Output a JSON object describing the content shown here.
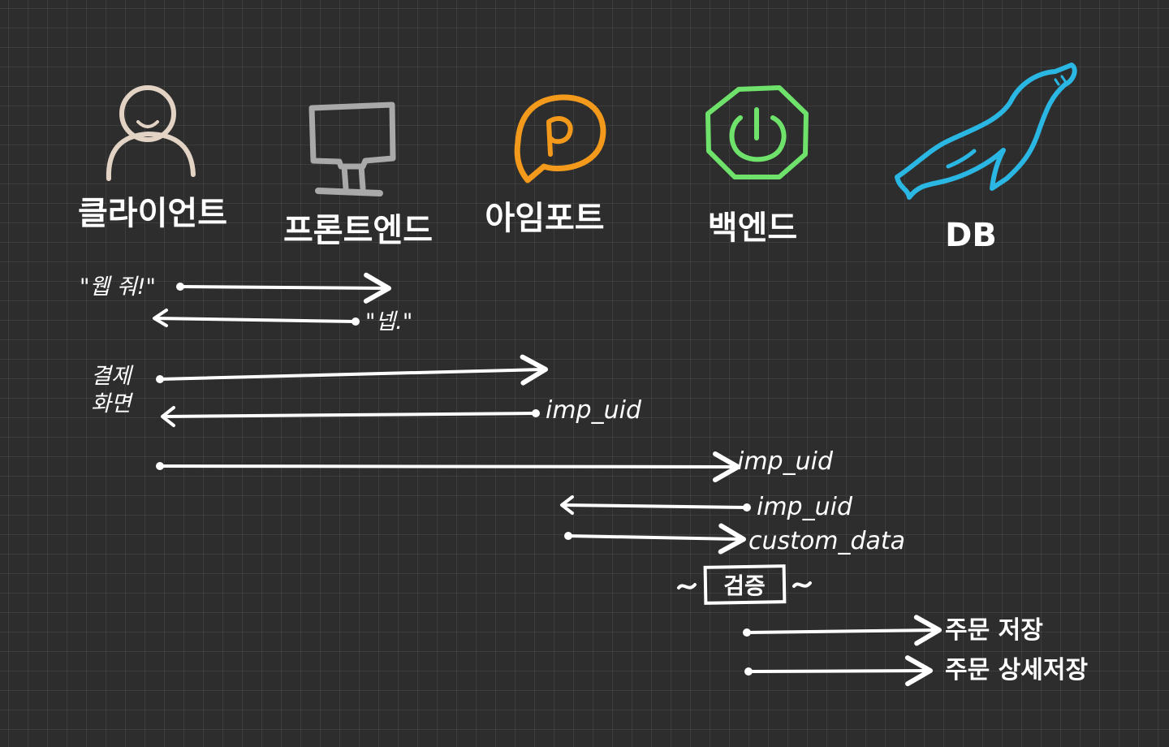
{
  "actors": [
    {
      "id": "client",
      "label": "클라이언트",
      "icon": "person-icon",
      "color": "#e3d3c4"
    },
    {
      "id": "frontend",
      "label": "프론트엔드",
      "icon": "monitor-icon",
      "color": "#a9a9a9"
    },
    {
      "id": "iamport",
      "label": "아임포트",
      "icon": "iamport-logo-icon",
      "color": "#f39a1c"
    },
    {
      "id": "backend",
      "label": "백엔드",
      "icon": "spring-power-icon",
      "color": "#6ee26b"
    },
    {
      "id": "db",
      "label": "DB",
      "icon": "mariadb-seal-icon",
      "color": "#2ab7e3"
    }
  ],
  "messages": [
    {
      "id": "m1",
      "label": "\"웹 줘!\""
    },
    {
      "id": "m2",
      "label": "\"넵.\""
    },
    {
      "id": "m3",
      "label": "결제\n화면"
    },
    {
      "id": "m4",
      "label": "imp_uid"
    },
    {
      "id": "m5",
      "label": "imp_uid"
    },
    {
      "id": "m6",
      "label": "imp_uid"
    },
    {
      "id": "m7",
      "label": "custom_data"
    },
    {
      "id": "m8",
      "label": "~ 검증 ~"
    },
    {
      "id": "m9",
      "label": "주문 저장"
    },
    {
      "id": "m10",
      "label": "주문 상세저장"
    }
  ],
  "verification_box": {
    "label": "검증"
  }
}
